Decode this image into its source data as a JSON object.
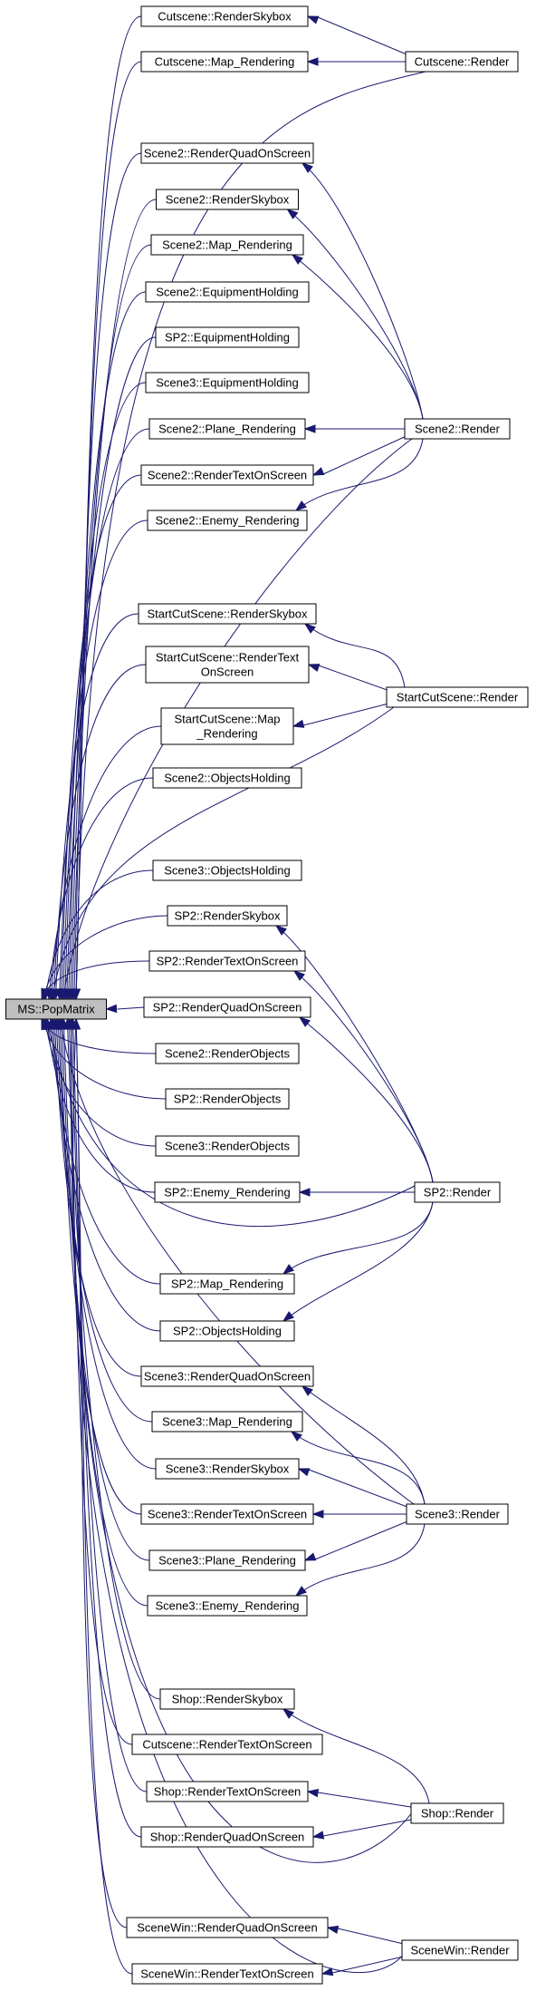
{
  "colors": {
    "edge": "#191970",
    "node_border": "#000000",
    "root_fill": "#bfbfbf",
    "node_fill": "#ffffff"
  },
  "nodes": [
    {
      "id": "root",
      "lines": [
        "MS::PopMatrix"
      ]
    },
    {
      "id": "cs_skybox",
      "lines": [
        "Cutscene::RenderSkybox"
      ]
    },
    {
      "id": "cs_map",
      "lines": [
        "Cutscene::Map_Rendering"
      ]
    },
    {
      "id": "cs_render",
      "lines": [
        "Cutscene::Render"
      ]
    },
    {
      "id": "s2_quad",
      "lines": [
        "Scene2::RenderQuadOnScreen"
      ]
    },
    {
      "id": "s2_skybox",
      "lines": [
        "Scene2::RenderSkybox"
      ]
    },
    {
      "id": "s2_map",
      "lines": [
        "Scene2::Map_Rendering"
      ]
    },
    {
      "id": "s2_equip",
      "lines": [
        "Scene2::EquipmentHolding"
      ]
    },
    {
      "id": "sp2_equip",
      "lines": [
        "SP2::EquipmentHolding"
      ]
    },
    {
      "id": "s3_equip",
      "lines": [
        "Scene3::EquipmentHolding"
      ]
    },
    {
      "id": "s2_plane",
      "lines": [
        "Scene2::Plane_Rendering"
      ]
    },
    {
      "id": "s2_render",
      "lines": [
        "Scene2::Render"
      ]
    },
    {
      "id": "s2_text",
      "lines": [
        "Scene2::RenderTextOnScreen"
      ]
    },
    {
      "id": "s2_enemy",
      "lines": [
        "Scene2::Enemy_Rendering"
      ]
    },
    {
      "id": "scs_skybox",
      "lines": [
        "StartCutScene::RenderSkybox"
      ]
    },
    {
      "id": "scs_text",
      "lines": [
        "StartCutScene::RenderText",
        "OnScreen"
      ]
    },
    {
      "id": "scs_render",
      "lines": [
        "StartCutScene::Render"
      ]
    },
    {
      "id": "scs_map",
      "lines": [
        "StartCutScene::Map",
        "_Rendering"
      ]
    },
    {
      "id": "s2_objhold",
      "lines": [
        "Scene2::ObjectsHolding"
      ]
    },
    {
      "id": "s3_objhold",
      "lines": [
        "Scene3::ObjectsHolding"
      ]
    },
    {
      "id": "sp2_skybox",
      "lines": [
        "SP2::RenderSkybox"
      ]
    },
    {
      "id": "sp2_text",
      "lines": [
        "SP2::RenderTextOnScreen"
      ]
    },
    {
      "id": "sp2_quad",
      "lines": [
        "SP2::RenderQuadOnScreen"
      ]
    },
    {
      "id": "s2_objects",
      "lines": [
        "Scene2::RenderObjects"
      ]
    },
    {
      "id": "sp2_objects",
      "lines": [
        "SP2::RenderObjects"
      ]
    },
    {
      "id": "s3_objects",
      "lines": [
        "Scene3::RenderObjects"
      ]
    },
    {
      "id": "sp2_enemy",
      "lines": [
        "SP2::Enemy_Rendering"
      ]
    },
    {
      "id": "sp2_render",
      "lines": [
        "SP2::Render"
      ]
    },
    {
      "id": "sp2_map",
      "lines": [
        "SP2::Map_Rendering"
      ]
    },
    {
      "id": "sp2_objhold",
      "lines": [
        "SP2::ObjectsHolding"
      ]
    },
    {
      "id": "s3_quad",
      "lines": [
        "Scene3::RenderQuadOnScreen"
      ]
    },
    {
      "id": "s3_map",
      "lines": [
        "Scene3::Map_Rendering"
      ]
    },
    {
      "id": "s3_skybox",
      "lines": [
        "Scene3::RenderSkybox"
      ]
    },
    {
      "id": "s3_text",
      "lines": [
        "Scene3::RenderTextOnScreen"
      ]
    },
    {
      "id": "s3_render",
      "lines": [
        "Scene3::Render"
      ]
    },
    {
      "id": "s3_plane",
      "lines": [
        "Scene3::Plane_Rendering"
      ]
    },
    {
      "id": "s3_enemy",
      "lines": [
        "Scene3::Enemy_Rendering"
      ]
    },
    {
      "id": "shop_skybox",
      "lines": [
        "Shop::RenderSkybox"
      ]
    },
    {
      "id": "cs_text",
      "lines": [
        "Cutscene::RenderTextOnScreen"
      ]
    },
    {
      "id": "shop_text",
      "lines": [
        "Shop::RenderTextOnScreen"
      ]
    },
    {
      "id": "shop_render",
      "lines": [
        "Shop::Render"
      ]
    },
    {
      "id": "shop_quad",
      "lines": [
        "Shop::RenderQuadOnScreen"
      ]
    },
    {
      "id": "sw_quad",
      "lines": [
        "SceneWin::RenderQuadOnScreen"
      ]
    },
    {
      "id": "sw_render",
      "lines": [
        "SceneWin::Render"
      ]
    },
    {
      "id": "sw_text",
      "lines": [
        "SceneWin::RenderTextOnScreen"
      ]
    }
  ],
  "edges": [
    [
      "cs_skybox",
      "root"
    ],
    [
      "cs_map",
      "root"
    ],
    [
      "cs_render",
      "root"
    ],
    [
      "cs_render",
      "cs_skybox"
    ],
    [
      "cs_render",
      "cs_map"
    ],
    [
      "s2_quad",
      "root"
    ],
    [
      "s2_skybox",
      "root"
    ],
    [
      "s2_map",
      "root"
    ],
    [
      "s2_equip",
      "root"
    ],
    [
      "sp2_equip",
      "root"
    ],
    [
      "s3_equip",
      "root"
    ],
    [
      "s2_plane",
      "root"
    ],
    [
      "s2_text",
      "root"
    ],
    [
      "s2_enemy",
      "root"
    ],
    [
      "s2_render",
      "root"
    ],
    [
      "s2_render",
      "s2_quad"
    ],
    [
      "s2_render",
      "s2_skybox"
    ],
    [
      "s2_render",
      "s2_map"
    ],
    [
      "s2_render",
      "s2_plane"
    ],
    [
      "s2_render",
      "s2_text"
    ],
    [
      "s2_render",
      "s2_enemy"
    ],
    [
      "scs_skybox",
      "root"
    ],
    [
      "scs_text",
      "root"
    ],
    [
      "scs_map",
      "root"
    ],
    [
      "scs_render",
      "root"
    ],
    [
      "scs_render",
      "scs_skybox"
    ],
    [
      "scs_render",
      "scs_text"
    ],
    [
      "scs_render",
      "scs_map"
    ],
    [
      "s2_objhold",
      "root"
    ],
    [
      "s3_objhold",
      "root"
    ],
    [
      "sp2_skybox",
      "root"
    ],
    [
      "sp2_text",
      "root"
    ],
    [
      "sp2_quad",
      "root"
    ],
    [
      "s2_objects",
      "root"
    ],
    [
      "sp2_objects",
      "root"
    ],
    [
      "s3_objects",
      "root"
    ],
    [
      "sp2_enemy",
      "root"
    ],
    [
      "sp2_render",
      "root"
    ],
    [
      "sp2_map",
      "root"
    ],
    [
      "sp2_objhold",
      "root"
    ],
    [
      "sp2_render",
      "sp2_skybox"
    ],
    [
      "sp2_render",
      "sp2_text"
    ],
    [
      "sp2_render",
      "sp2_quad"
    ],
    [
      "sp2_render",
      "sp2_enemy"
    ],
    [
      "sp2_render",
      "sp2_map"
    ],
    [
      "sp2_render",
      "sp2_objhold"
    ],
    [
      "s3_quad",
      "root"
    ],
    [
      "s3_map",
      "root"
    ],
    [
      "s3_skybox",
      "root"
    ],
    [
      "s3_text",
      "root"
    ],
    [
      "s3_plane",
      "root"
    ],
    [
      "s3_enemy",
      "root"
    ],
    [
      "s3_render",
      "root"
    ],
    [
      "s3_render",
      "s3_quad"
    ],
    [
      "s3_render",
      "s3_map"
    ],
    [
      "s3_render",
      "s3_skybox"
    ],
    [
      "s3_render",
      "s3_text"
    ],
    [
      "s3_render",
      "s3_plane"
    ],
    [
      "s3_render",
      "s3_enemy"
    ],
    [
      "shop_skybox",
      "root"
    ],
    [
      "cs_text",
      "root"
    ],
    [
      "shop_text",
      "root"
    ],
    [
      "shop_quad",
      "root"
    ],
    [
      "shop_render",
      "root"
    ],
    [
      "shop_render",
      "shop_skybox"
    ],
    [
      "shop_render",
      "shop_text"
    ],
    [
      "shop_render",
      "shop_quad"
    ],
    [
      "sw_quad",
      "root"
    ],
    [
      "sw_text",
      "root"
    ],
    [
      "sw_render",
      "root"
    ],
    [
      "sw_render",
      "sw_quad"
    ],
    [
      "sw_render",
      "sw_text"
    ]
  ]
}
